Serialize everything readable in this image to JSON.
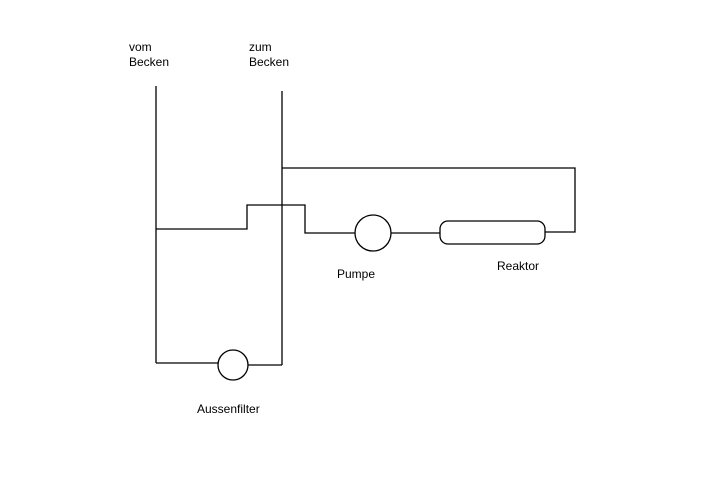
{
  "labels": {
    "from_tank": "vom\nBecken",
    "to_tank": "zum\nBecken",
    "pump": "Pumpe",
    "reactor": "Reaktor",
    "external_filter": "Aussenfilter"
  },
  "colors": {
    "line": "#000000",
    "background": "#ffffff"
  }
}
